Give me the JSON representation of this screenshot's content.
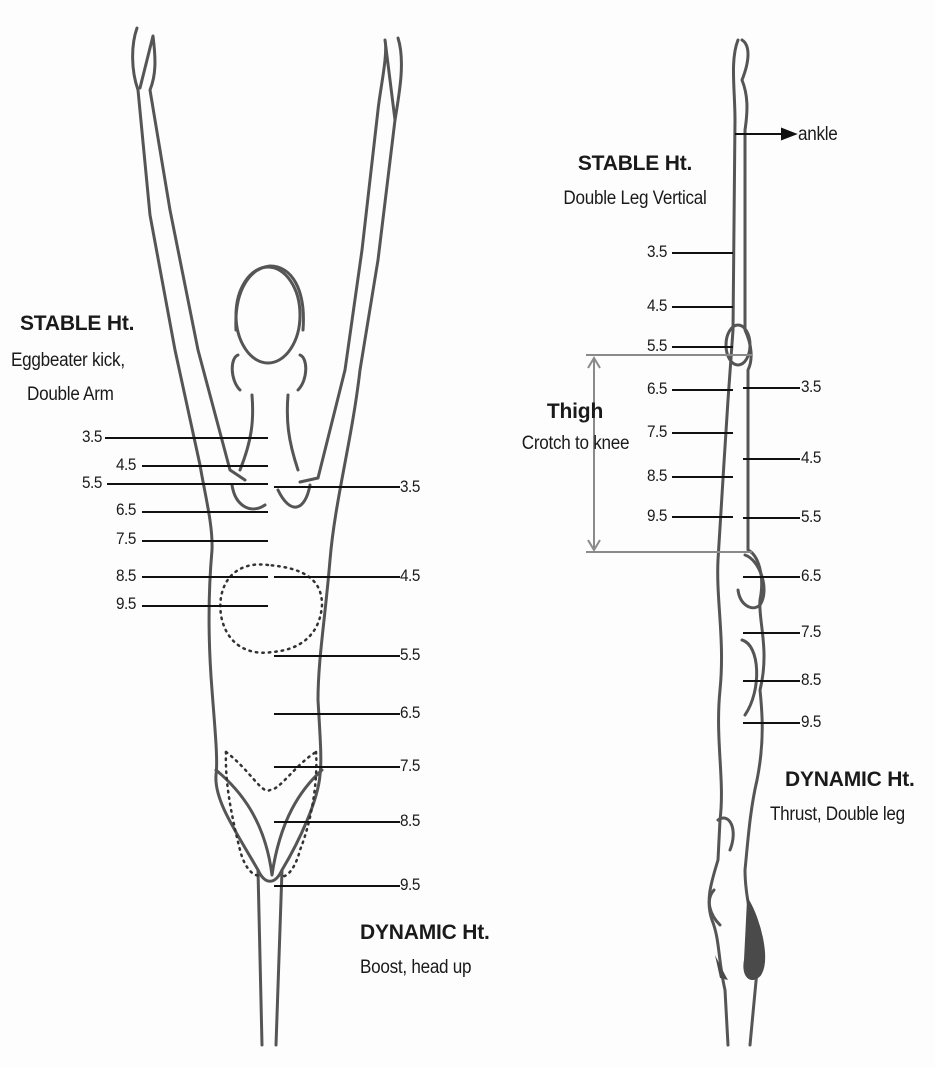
{
  "front": {
    "stable": {
      "title": "STABLE Ht.",
      "line1": "Eggbeater kick,",
      "line2": "Double Arm"
    },
    "dynamic": {
      "title": "DYNAMIC Ht.",
      "line1": "Boost, head up"
    },
    "left_scale": [
      "3.5",
      "4.5",
      "5.5",
      "6.5",
      "7.5",
      "8.5",
      "9.5"
    ],
    "right_scale": [
      "3.5",
      "4.5",
      "5.5",
      "6.5",
      "7.5",
      "8.5",
      "9.5"
    ]
  },
  "side": {
    "stable": {
      "title": "STABLE Ht.",
      "line1": "Double Leg Vertical"
    },
    "dynamic": {
      "title": "DYNAMIC Ht.",
      "line1": "Thrust, Double leg"
    },
    "ankle_label": "ankle",
    "thigh": {
      "title": "Thigh",
      "line1": "Crotch to knee"
    },
    "left_scale": [
      "3.5",
      "4.5",
      "5.5",
      "6.5",
      "7.5",
      "8.5",
      "9.5"
    ],
    "right_scale": [
      "3.5",
      "4.5",
      "5.5",
      "6.5",
      "7.5",
      "8.5",
      "9.5"
    ]
  },
  "colors": {
    "outline": "#555555",
    "line": "#111111",
    "thigh_bracket": "#8a8a8a",
    "foot_fill": "#4a4a4a"
  }
}
